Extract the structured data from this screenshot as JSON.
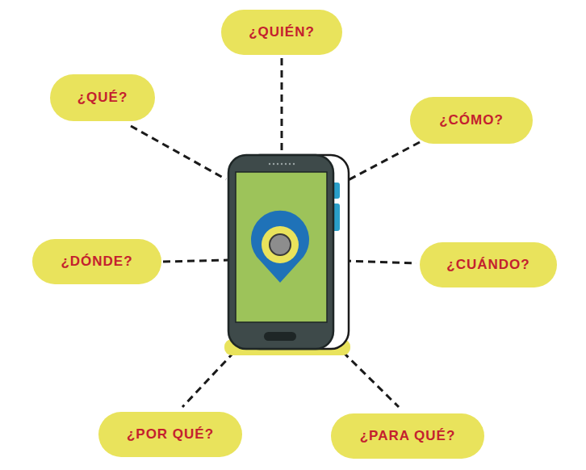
{
  "diagram": {
    "nodes": [
      {
        "text": [
          "¿QUIÉN?"
        ]
      },
      {
        "text": [
          "¿QUÉ?"
        ]
      },
      {
        "text": [
          "¿CÓMO?"
        ]
      },
      {
        "text": [
          "¿DÓNDE?"
        ]
      },
      {
        "text": [
          "¿CUÁNDO?"
        ]
      },
      {
        "text": [
          "¿POR QUÉ?"
        ]
      },
      {
        "text": [
          "¿PARA QUÉ?"
        ]
      }
    ]
  }
}
